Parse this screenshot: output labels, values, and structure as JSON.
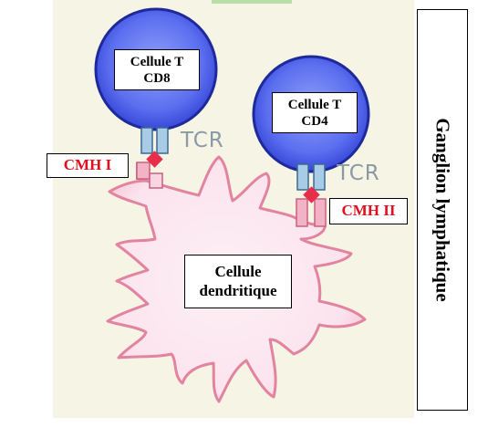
{
  "cells": {
    "cd8": {
      "line1": "Cellule T",
      "line2": "CD8"
    },
    "cd4": {
      "line1": "Cellule T",
      "line2": "CD4"
    },
    "dendritic": {
      "line1": "Cellule",
      "line2": "dendritique"
    }
  },
  "receptors": {
    "tcr_left": "TCR",
    "tcr_right": "TCR",
    "mhc1": "CMH I",
    "mhc2": "CMH II"
  },
  "region_label": "Ganglion lymphatique",
  "colors": {
    "panel_bg": "#f5f4e5",
    "tcell_fill": "#5b6ff0",
    "tcell_stroke": "#1e2a9a",
    "dendritic_fill": "#fde9f1",
    "dendritic_stroke": "#e2839f",
    "receptor_blue": "#a8cce6",
    "mhc_pink": "#f2b3c7",
    "antigen_red": "#e62d4a",
    "label_red": "#e0101e"
  }
}
